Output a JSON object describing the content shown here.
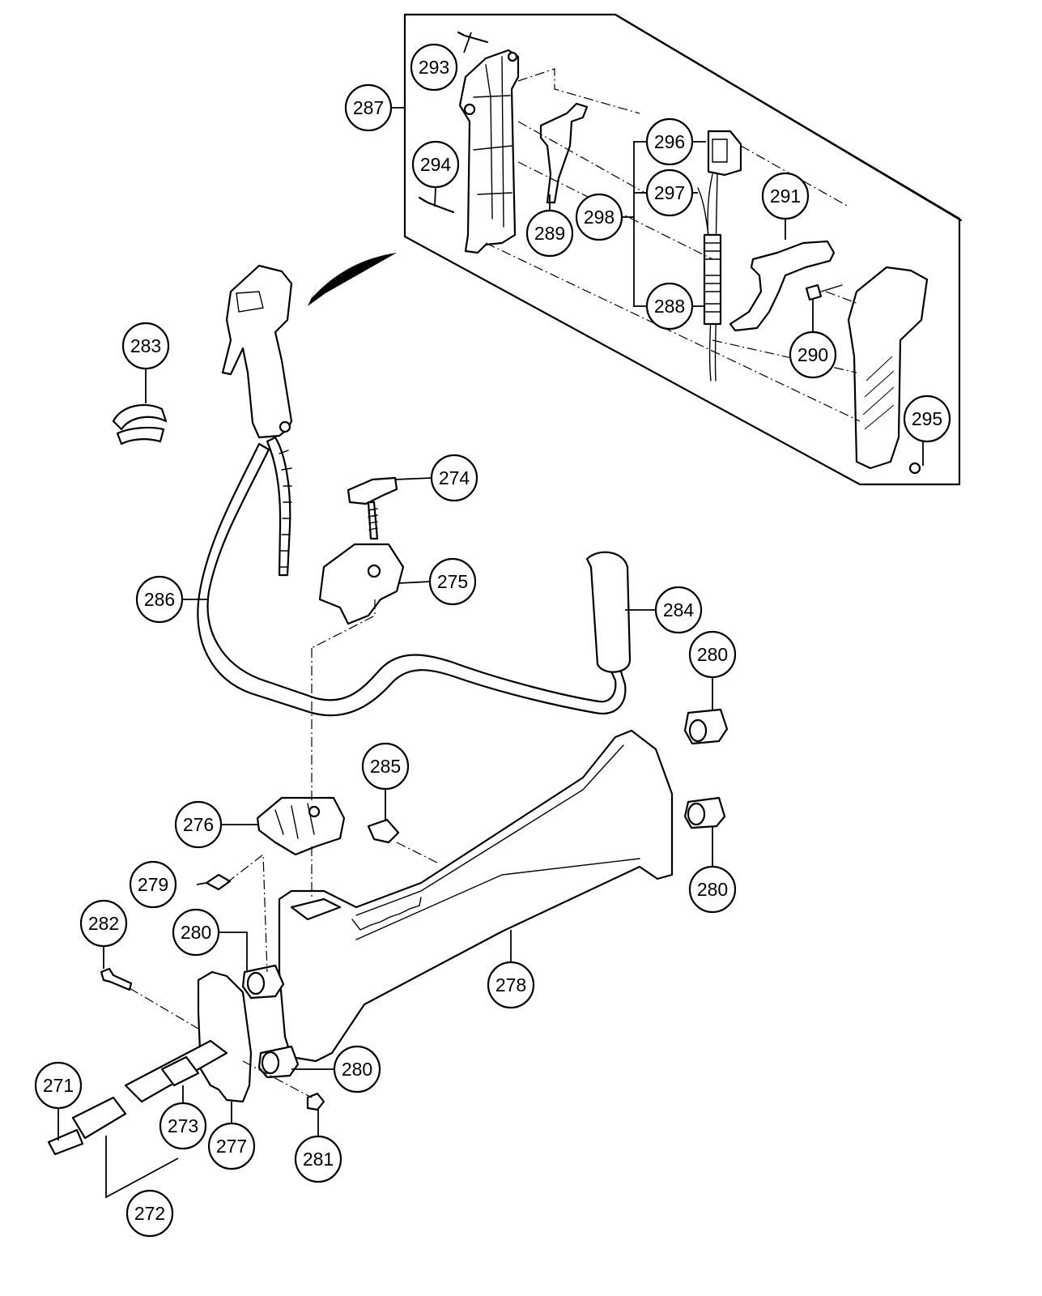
{
  "diagram": {
    "callouts": [
      {
        "id": "c271",
        "label": "271"
      },
      {
        "id": "c272",
        "label": "272"
      },
      {
        "id": "c273",
        "label": "273"
      },
      {
        "id": "c274",
        "label": "274"
      },
      {
        "id": "c275",
        "label": "275"
      },
      {
        "id": "c276",
        "label": "276"
      },
      {
        "id": "c277",
        "label": "277"
      },
      {
        "id": "c278",
        "label": "278"
      },
      {
        "id": "c279",
        "label": "279"
      },
      {
        "id": "c280a",
        "label": "280"
      },
      {
        "id": "c280b",
        "label": "280"
      },
      {
        "id": "c280c",
        "label": "280"
      },
      {
        "id": "c280d",
        "label": "280"
      },
      {
        "id": "c281",
        "label": "281"
      },
      {
        "id": "c282",
        "label": "282"
      },
      {
        "id": "c283",
        "label": "283"
      },
      {
        "id": "c284",
        "label": "284"
      },
      {
        "id": "c285",
        "label": "285"
      },
      {
        "id": "c286",
        "label": "286"
      },
      {
        "id": "c287",
        "label": "287"
      },
      {
        "id": "c288",
        "label": "288"
      },
      {
        "id": "c289",
        "label": "289"
      },
      {
        "id": "c290",
        "label": "290"
      },
      {
        "id": "c291",
        "label": "291"
      },
      {
        "id": "c293",
        "label": "293"
      },
      {
        "id": "c294",
        "label": "294"
      },
      {
        "id": "c295",
        "label": "295"
      },
      {
        "id": "c296",
        "label": "296"
      },
      {
        "id": "c297",
        "label": "297"
      },
      {
        "id": "c298",
        "label": "298"
      }
    ]
  }
}
